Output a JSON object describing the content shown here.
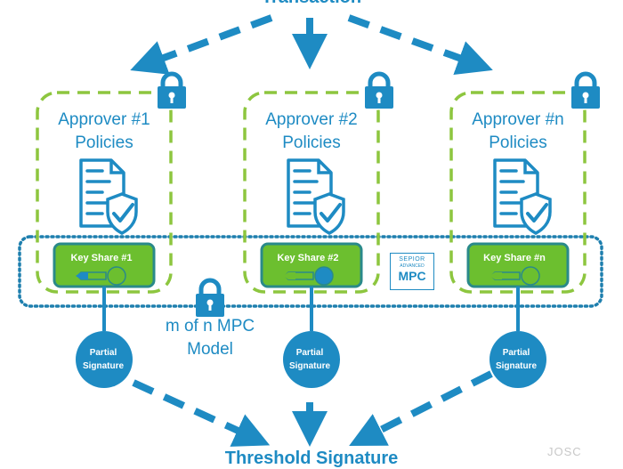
{
  "diagram": {
    "title_top": "Transaction",
    "title_bottom": "Threshold Signature",
    "colors": {
      "blue": "#1e8bc3",
      "green_dash": "#8dc63f",
      "keyshare_fill": "#6cbf2f",
      "keyshare_border": "#2a8a8a",
      "dotted": "#1e7fae"
    },
    "approvers": [
      {
        "line1": "Approver #1",
        "line2": "Policies",
        "key_share": "Key Share  #1",
        "partial_line1": "Partial",
        "partial_line2": "Signature",
        "icon": "lock-icon"
      },
      {
        "line1": "Approver #2",
        "line2": "Policies",
        "key_share": "Key Share  #2",
        "partial_line1": "Partial",
        "partial_line2": "Signature",
        "icon": "lock-icon"
      },
      {
        "line1": "Approver #n",
        "line2": "Policies",
        "key_share": "Key Share  #n",
        "partial_line1": "Partial",
        "partial_line2": "Signature",
        "icon": "lock-icon"
      }
    ],
    "mpc_model": {
      "line1": "m of n MPC",
      "line2": "Model"
    },
    "badge": {
      "line1": "SEPIOR",
      "line2": "ADVANCED",
      "line3": "MPC"
    },
    "watermark": "JOSC"
  }
}
